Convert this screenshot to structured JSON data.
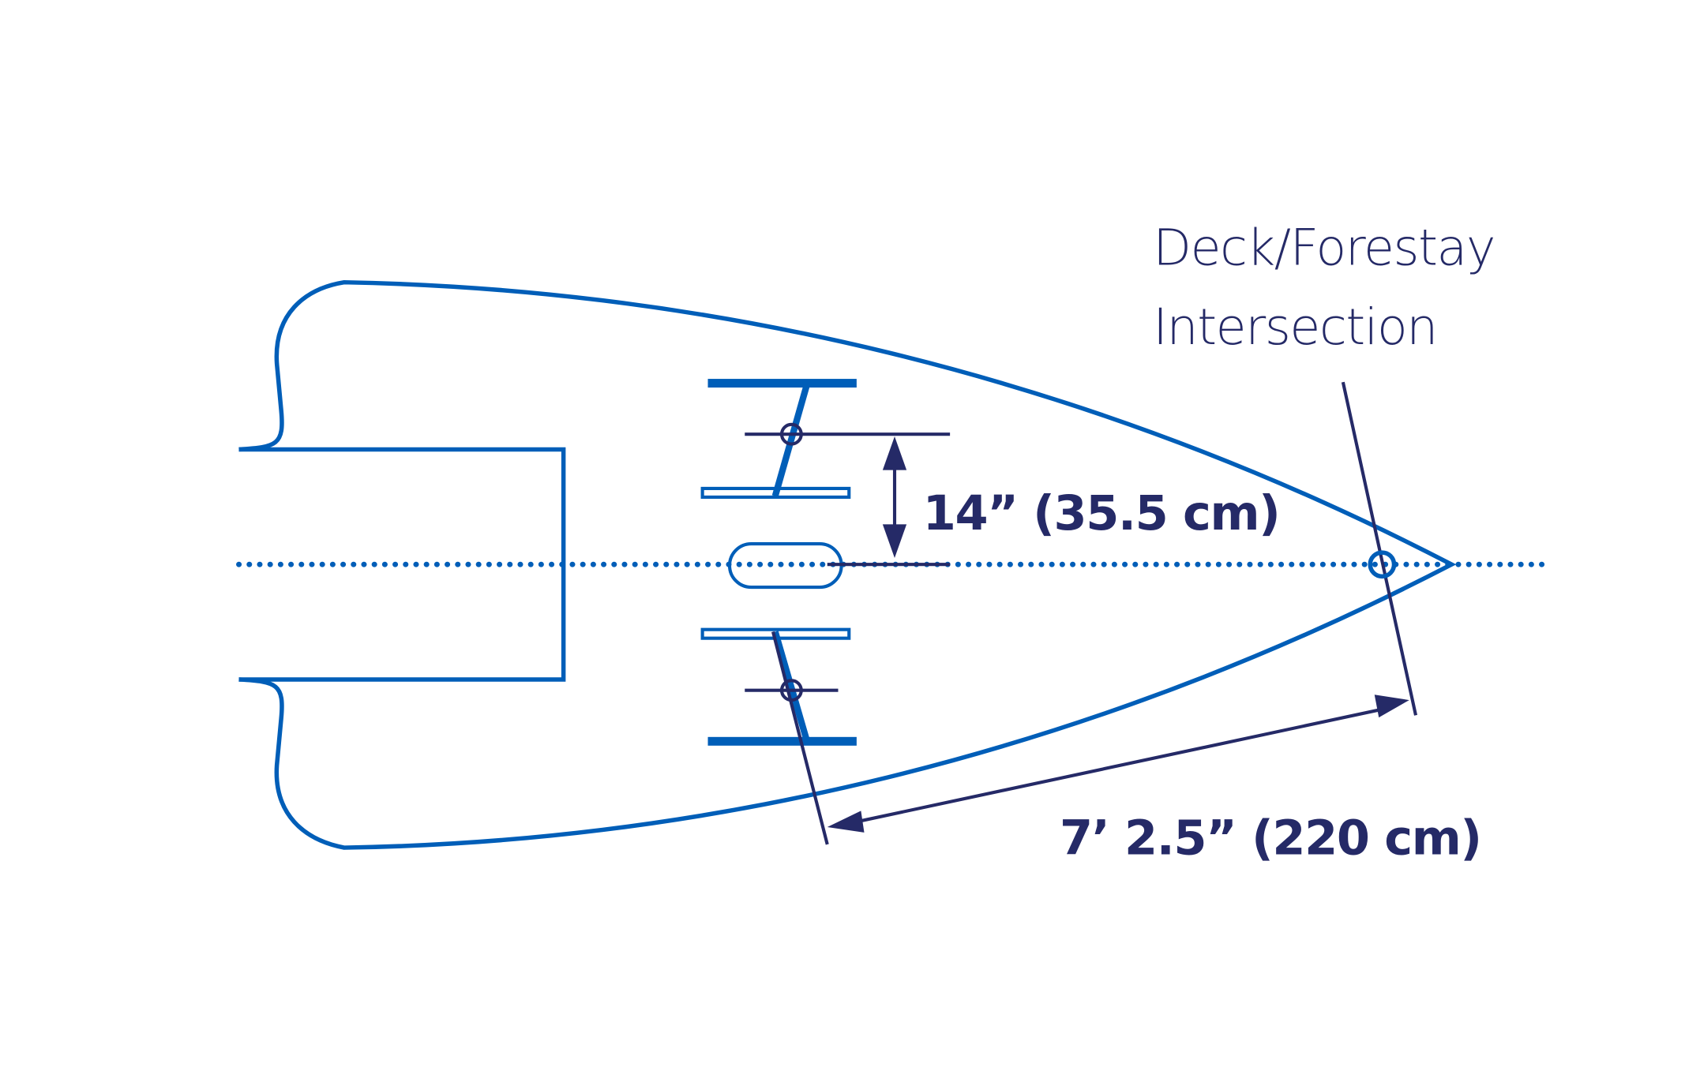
{
  "labels": {
    "intersection_line1": "Deck/Forestay",
    "intersection_line2": "Intersection",
    "vertical_dimension": "14” (35.5 cm)",
    "length_dimension": "7’ 2.5” (220 cm)"
  },
  "colors": {
    "hull_blue": "#005eb8",
    "dimension_navy": "#252a67"
  }
}
